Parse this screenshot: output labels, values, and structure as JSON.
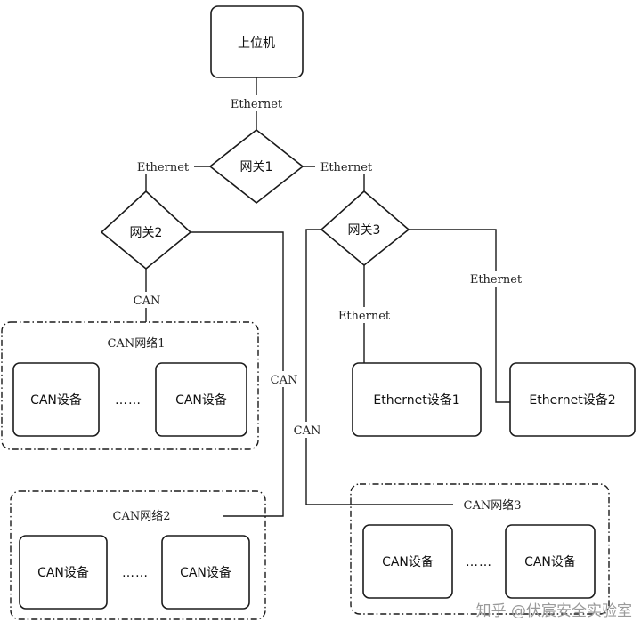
{
  "nodes": {
    "host": "上位机",
    "gateway1": "网关1",
    "gateway2": "网关2",
    "gateway3": "网关3",
    "eth_device1": "Ethernet设备1",
    "eth_device2": "Ethernet设备2"
  },
  "networks": {
    "can1": {
      "title": "CAN网络1",
      "device_a": "CAN设备",
      "device_b": "CAN设备",
      "ellipsis": "……"
    },
    "can2": {
      "title": "CAN网络2",
      "device_a": "CAN设备",
      "device_b": "CAN设备",
      "ellipsis": "……"
    },
    "can3": {
      "title": "CAN网络3",
      "device_a": "CAN设备",
      "device_b": "CAN设备",
      "ellipsis": "……"
    }
  },
  "edge_labels": {
    "host_gw1": "Ethernet",
    "gw1_gw2": "Ethernet",
    "gw1_gw3": "Ethernet",
    "gw2_can1": "CAN",
    "gw2_can2": "CAN",
    "gw3_can3": "CAN",
    "gw3_eth1": "Ethernet",
    "gw3_eth2": "Ethernet"
  },
  "watermark": "知乎 @伏宸安全实验室"
}
